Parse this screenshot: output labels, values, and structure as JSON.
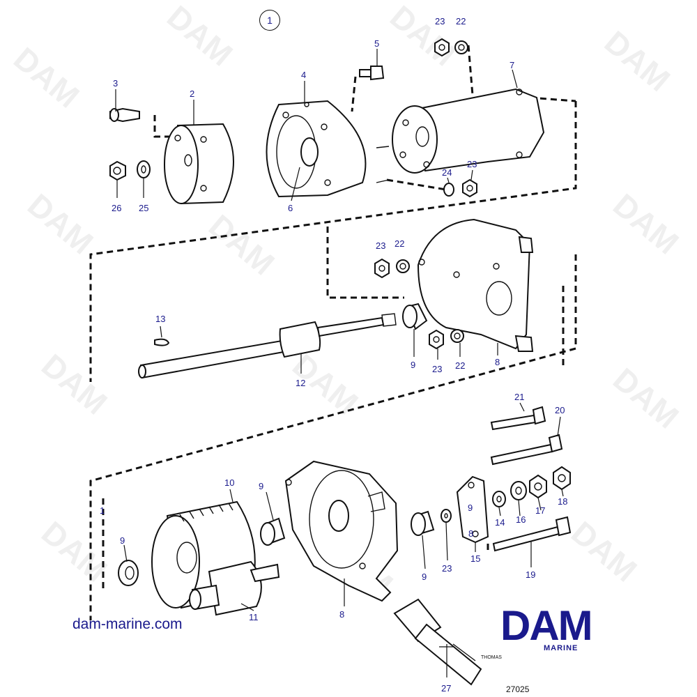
{
  "diagram": {
    "assembly_number": "1",
    "drawing_number": "27025",
    "website": "dam-marine.com",
    "logo": {
      "word": "DAM",
      "subtitle": "MARINE",
      "color": "#1a1a8c"
    },
    "watermark_text": "DAM",
    "handwritten_note": "THOMAS",
    "callouts": {
      "c2": "2",
      "c3": "3",
      "c4": "4",
      "c5": "5",
      "c6": "6",
      "c7": "7",
      "c22a": "22",
      "c23a": "23",
      "c23b": "23",
      "c24": "24",
      "c25": "25",
      "c26": "26",
      "c22b": "22",
      "c23c": "23",
      "c13": "13",
      "c12": "12",
      "c9a": "9",
      "c23d": "23",
      "c22c": "22",
      "c8a": "8",
      "c21": "21",
      "c20": "20",
      "c10": "10",
      "c9b": "9",
      "c1": "1",
      "c9c": "9",
      "c11": "11",
      "c9d": "9",
      "c23e": "23",
      "c9e": "9",
      "c8b": "8",
      "c15": "15",
      "c14": "14",
      "c16": "16",
      "c17": "17",
      "c18": "18",
      "c19": "19",
      "c8c": "8",
      "c27": "27"
    }
  }
}
